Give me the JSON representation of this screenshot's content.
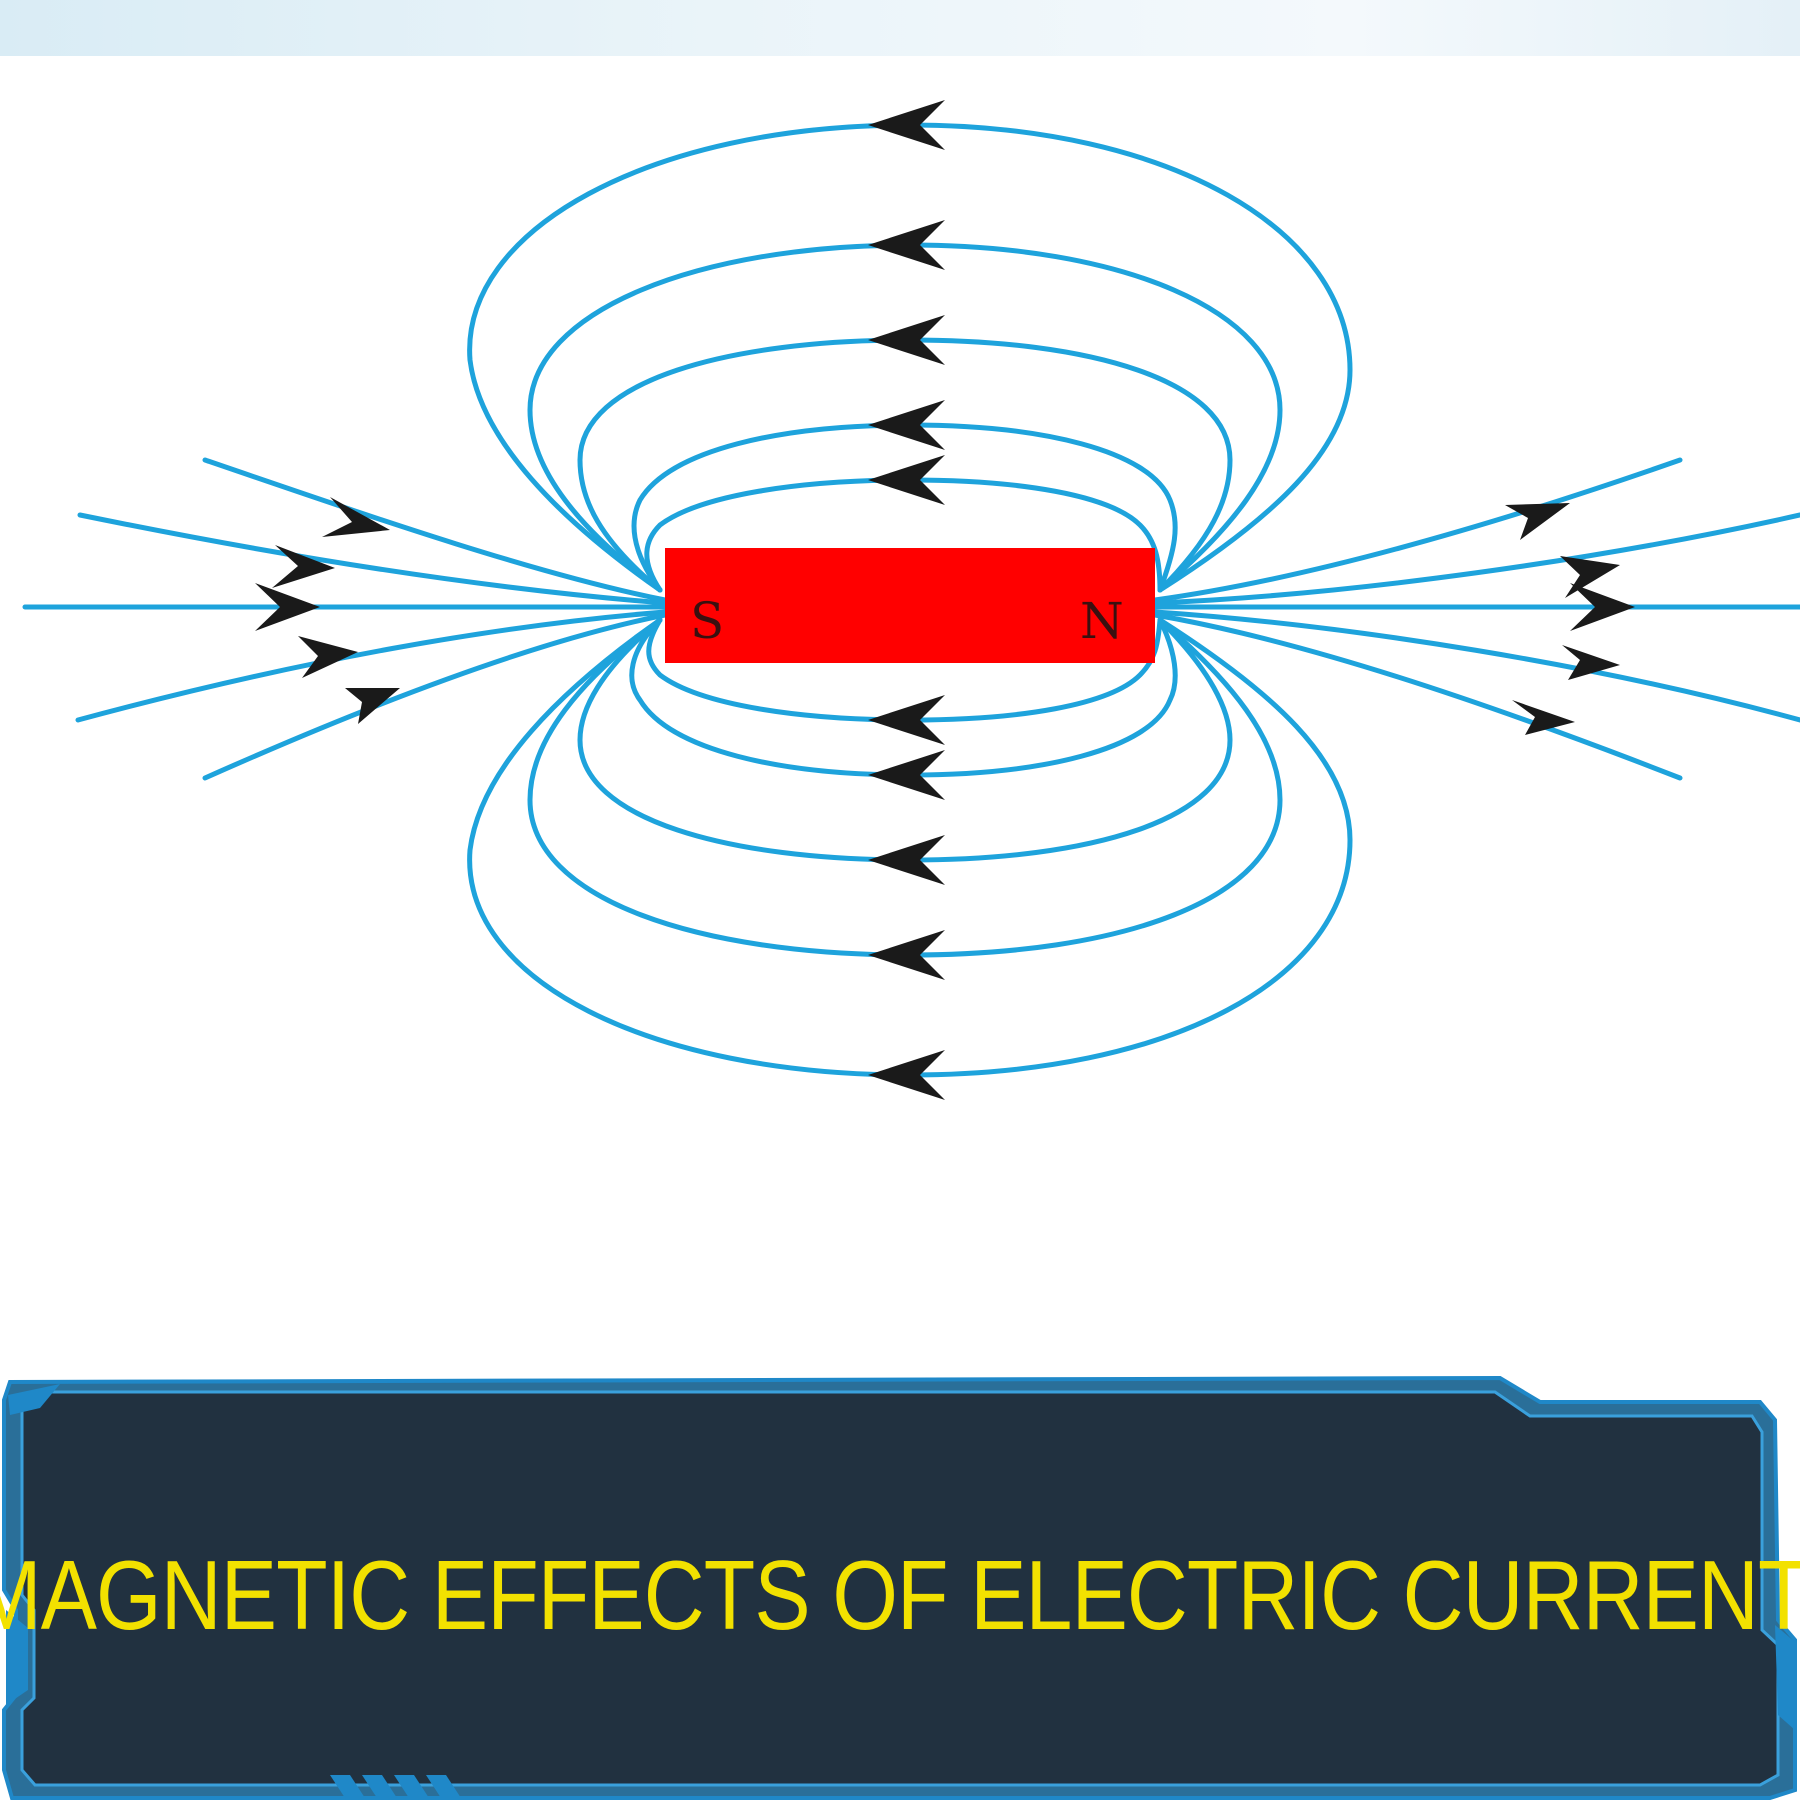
{
  "diagram": {
    "magnet": {
      "south_label": "S",
      "north_label": "N",
      "color": "#ff0000"
    },
    "field_line_color": "#1ea3dc",
    "arrow_color": "#1a1a1a"
  },
  "banner": {
    "title": "MAGNETIC EFFECTS OF ELECTRIC CURRENT",
    "title_color": "#f2e100",
    "background": "#213140",
    "frame_color": "#1f88c8"
  }
}
